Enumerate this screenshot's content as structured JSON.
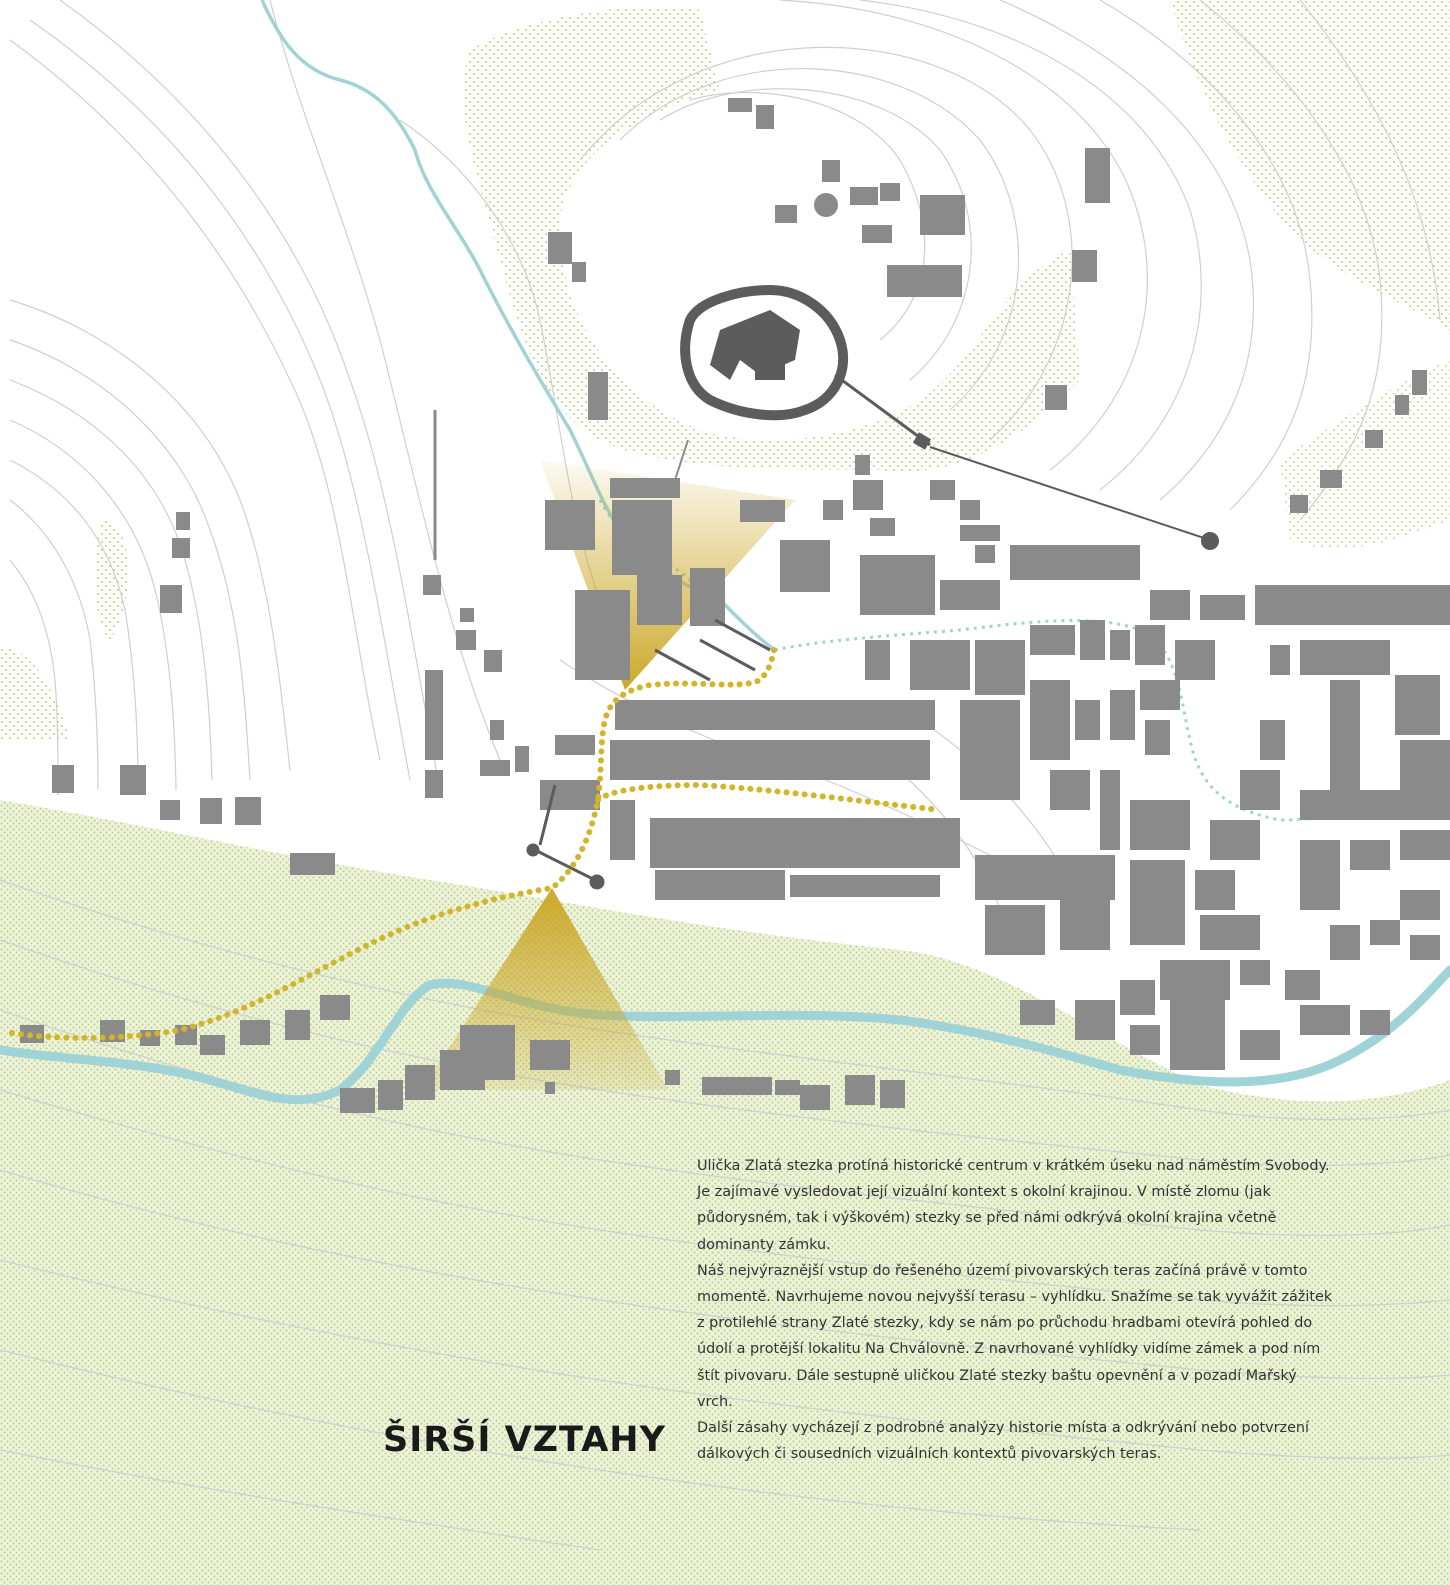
{
  "title": "ŠIRŠÍ VZTAHY",
  "description": [
    "Ulička Zlatá stezka protíná historické centrum v krátkém úseku nad náměstím Svobody. Je zajímavé vysledovat její vizuální kontext s okolní krajinou. V místě zlomu (jak půdorysném, tak i výškovém) stezky se před námi odkrývá okolní krajina včetně dominanty zámku.",
    "Náš nejvýraznější vstup do řešeného území pivovarských teras začíná právě v tomto momentě. Navrhujeme novou nejvyšší terasu – vyhlídku. Snažíme se tak vyvážit zážitek z protilehlé strany Zlaté stezky, kdy se nám po průchodu hradbami otevírá pohled do údolí a protější lokalitu Na Chválovně. Z navrhované vyhlídky vidíme zámek a pod ním štít pivovaru. Dále sestupně uličkou Zlaté stezky baštu opevnění a v pozadí Mařský vrch.",
    "Další zásahy vycházejí z podrobné analýzy historie místa a odkrývání nebo potvrzení dálkových či sousedních vizuálních kontextů pivovarských teras."
  ],
  "colors": {
    "buildings": "#8a8a8a",
    "castle": "#5c5c5c",
    "river": "#9fd3d6",
    "path": "#d2b52a",
    "vegetation": "#c5d69a",
    "contour": "#c9c9c9",
    "view_cone": "#c9a41f"
  }
}
